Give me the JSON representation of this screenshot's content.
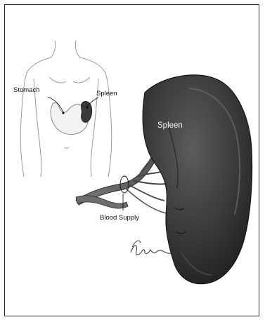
{
  "labels": {
    "stomach": "Stomach",
    "spleen_small": "Spleen",
    "spleen_large": "Spleen",
    "blood_supply": "Blood Supply"
  },
  "colors": {
    "frame": "#2b2b2b",
    "spleen_dark": "#2a2a2a",
    "spleen_mid": "#4a4a4a",
    "vessel": "#5a5a5a",
    "line_art": "#8a8a8a"
  }
}
